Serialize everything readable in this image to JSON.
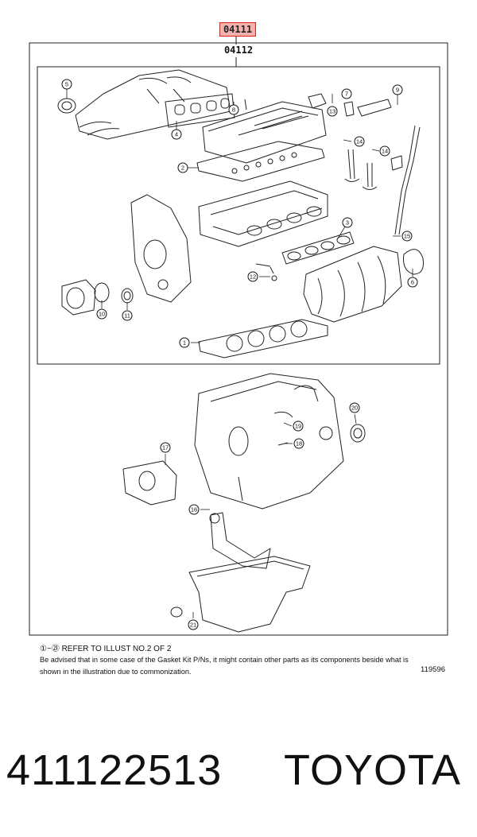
{
  "header": {
    "group_code": "04111",
    "kit_code": "04112"
  },
  "callouts": {
    "c1": "1",
    "c2": "2",
    "c3": "3",
    "c4": "4",
    "c5": "5",
    "c6": "6",
    "c7": "7",
    "c8": "8",
    "c9": "9",
    "c10": "10",
    "c11": "11",
    "c12": "12",
    "c13": "13",
    "c14": "14",
    "c15": "15",
    "c16": "16",
    "c17": "17",
    "c18": "18",
    "c19": "19",
    "c20": "20",
    "c21": "21"
  },
  "footer": {
    "note_line": "①~㉑ REFER TO ILLUST NO.2 OF 2",
    "note_body": "Be advised that in some case of the Gasket Kit P/Ns, it might contain other parts as its components beside what is shown in the illustration due to commonization.",
    "illustration_number": "119596"
  },
  "listing": {
    "part_number": "411122513",
    "brand": "TOYOTA"
  }
}
